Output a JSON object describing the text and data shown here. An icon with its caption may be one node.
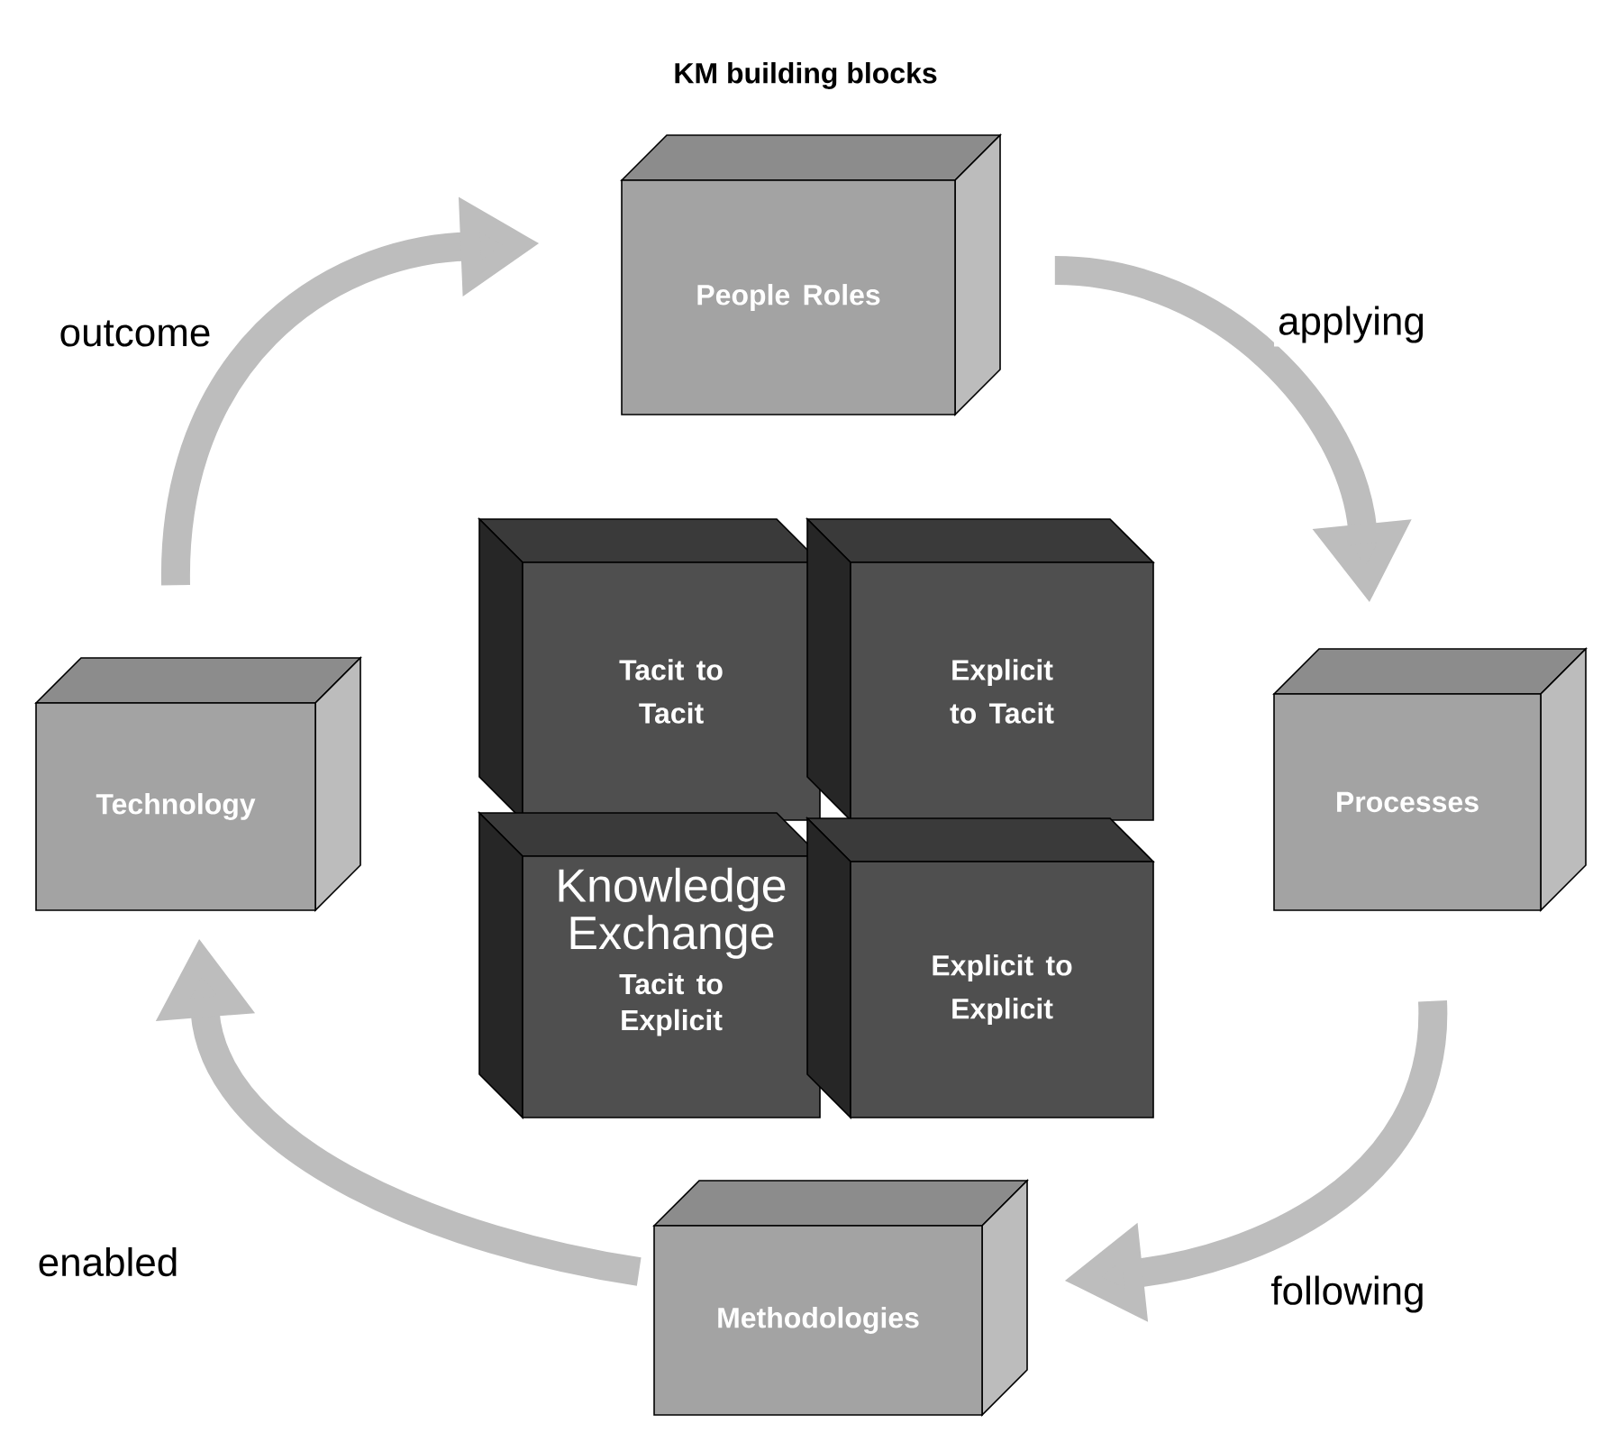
{
  "diagram": {
    "title": "KM building blocks",
    "nodes": [
      {
        "text": [
          "People Roles"
        ]
      },
      {
        "text": [
          "Tacit to Tacit"
        ]
      },
      {
        "text": [
          "Explicit to Tacit"
        ]
      },
      {
        "text": [
          "Technology"
        ]
      },
      {
        "text": [
          "Processes"
        ]
      },
      {
        "text": [
          "Knowledge Exchange",
          "Tacit to Explicit"
        ]
      },
      {
        "text": [
          "Explicit to Explicit"
        ]
      },
      {
        "text": [
          "Methodologies"
        ]
      }
    ],
    "edges": [
      {
        "from": 3,
        "to": 0,
        "arrow": "to",
        "label": "outcome"
      },
      {
        "from": 0,
        "to": 4,
        "arrow": "to",
        "label": "applying"
      },
      {
        "from": 4,
        "to": 7,
        "arrow": "to",
        "label": "following"
      },
      {
        "from": 7,
        "to": 3,
        "arrow": "to",
        "label": "enabled"
      }
    ]
  }
}
